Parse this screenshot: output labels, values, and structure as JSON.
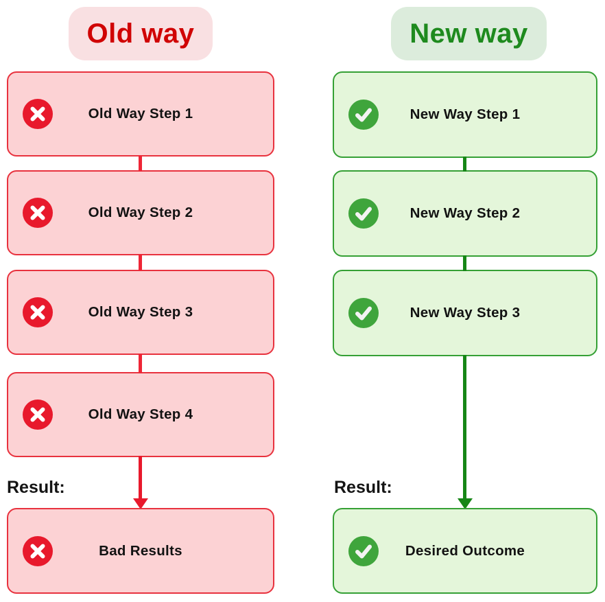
{
  "theme": {
    "old": {
      "accent": "#d00404",
      "title_bg": "#f9e0e2",
      "box_bg": "#fcd2d4",
      "box_border": "#e8323e",
      "icon_bg": "#e8192c",
      "connector": "#ee2636"
    },
    "new": {
      "accent": "#1e8a1e",
      "title_bg": "#dcecdc",
      "box_bg": "#e4f6da",
      "box_border": "#35a035",
      "icon_bg": "#3fa53c",
      "connector": "#168616"
    },
    "step_text": "#121212"
  },
  "old_way": {
    "title": "Old way",
    "icon": "x-circle-icon",
    "steps": [
      {
        "label": "Old Way Step 1"
      },
      {
        "label": "Old Way Step 2"
      },
      {
        "label": "Old Way Step 3"
      },
      {
        "label": "Old Way Step 4"
      }
    ],
    "result_label": "Result:",
    "result": {
      "label": "Bad Results"
    }
  },
  "new_way": {
    "title": "New way",
    "icon": "check-circle-icon",
    "steps": [
      {
        "label": "New Way Step 1"
      },
      {
        "label": "New Way Step 2"
      },
      {
        "label": "New Way Step 3"
      }
    ],
    "result_label": "Result:",
    "result": {
      "label": "Desired Outcome"
    }
  }
}
